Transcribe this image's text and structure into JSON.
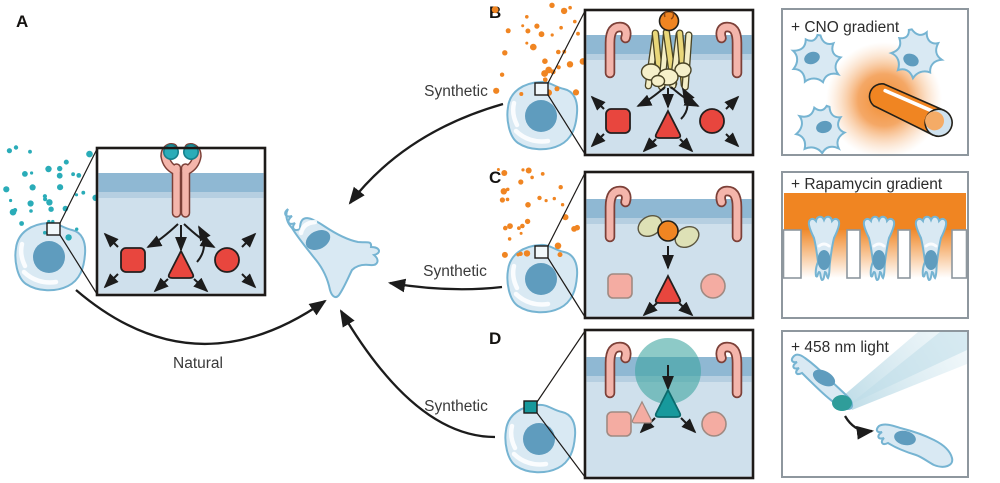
{
  "colors": {
    "teal_dot": "#2aacb8",
    "orange": "#f08522",
    "cell_fill": "#d9e9f3",
    "cell_outline": "#76b4d2",
    "nucleus": "#5f9cbe",
    "cytoplasm": "#cfe0ec",
    "membrane": "#8fb8d3",
    "membrane_light": "#b6cfe1",
    "receptor_pink": "#f4b5ab",
    "receptor_outline": "#7c4038",
    "active_red": "#e8463e",
    "inactive_pink": "#f4aca2",
    "gpcr_cream": "#f4eec6",
    "gpcr_yellow": "#e9d779",
    "gprotein": "#f6f0ca",
    "fkbp_olive": "#dee1b6",
    "light_teal": "#3aa39f",
    "active_teal": "#17999c",
    "arrow": "#1c1c1c",
    "panel_border": "#8e979e"
  },
  "panels": {
    "a": {
      "letter": "A",
      "pathway_label": "Natural"
    },
    "b": {
      "letter": "B",
      "pathway_label": "Synthetic",
      "experiment_title": "+ CNO gradient"
    },
    "c": {
      "letter": "C",
      "pathway_label": "Synthetic",
      "experiment_title": "+ Rapamycin gradient"
    },
    "d": {
      "letter": "D",
      "pathway_label": "Synthetic",
      "experiment_title": "+ 458 nm light"
    }
  }
}
